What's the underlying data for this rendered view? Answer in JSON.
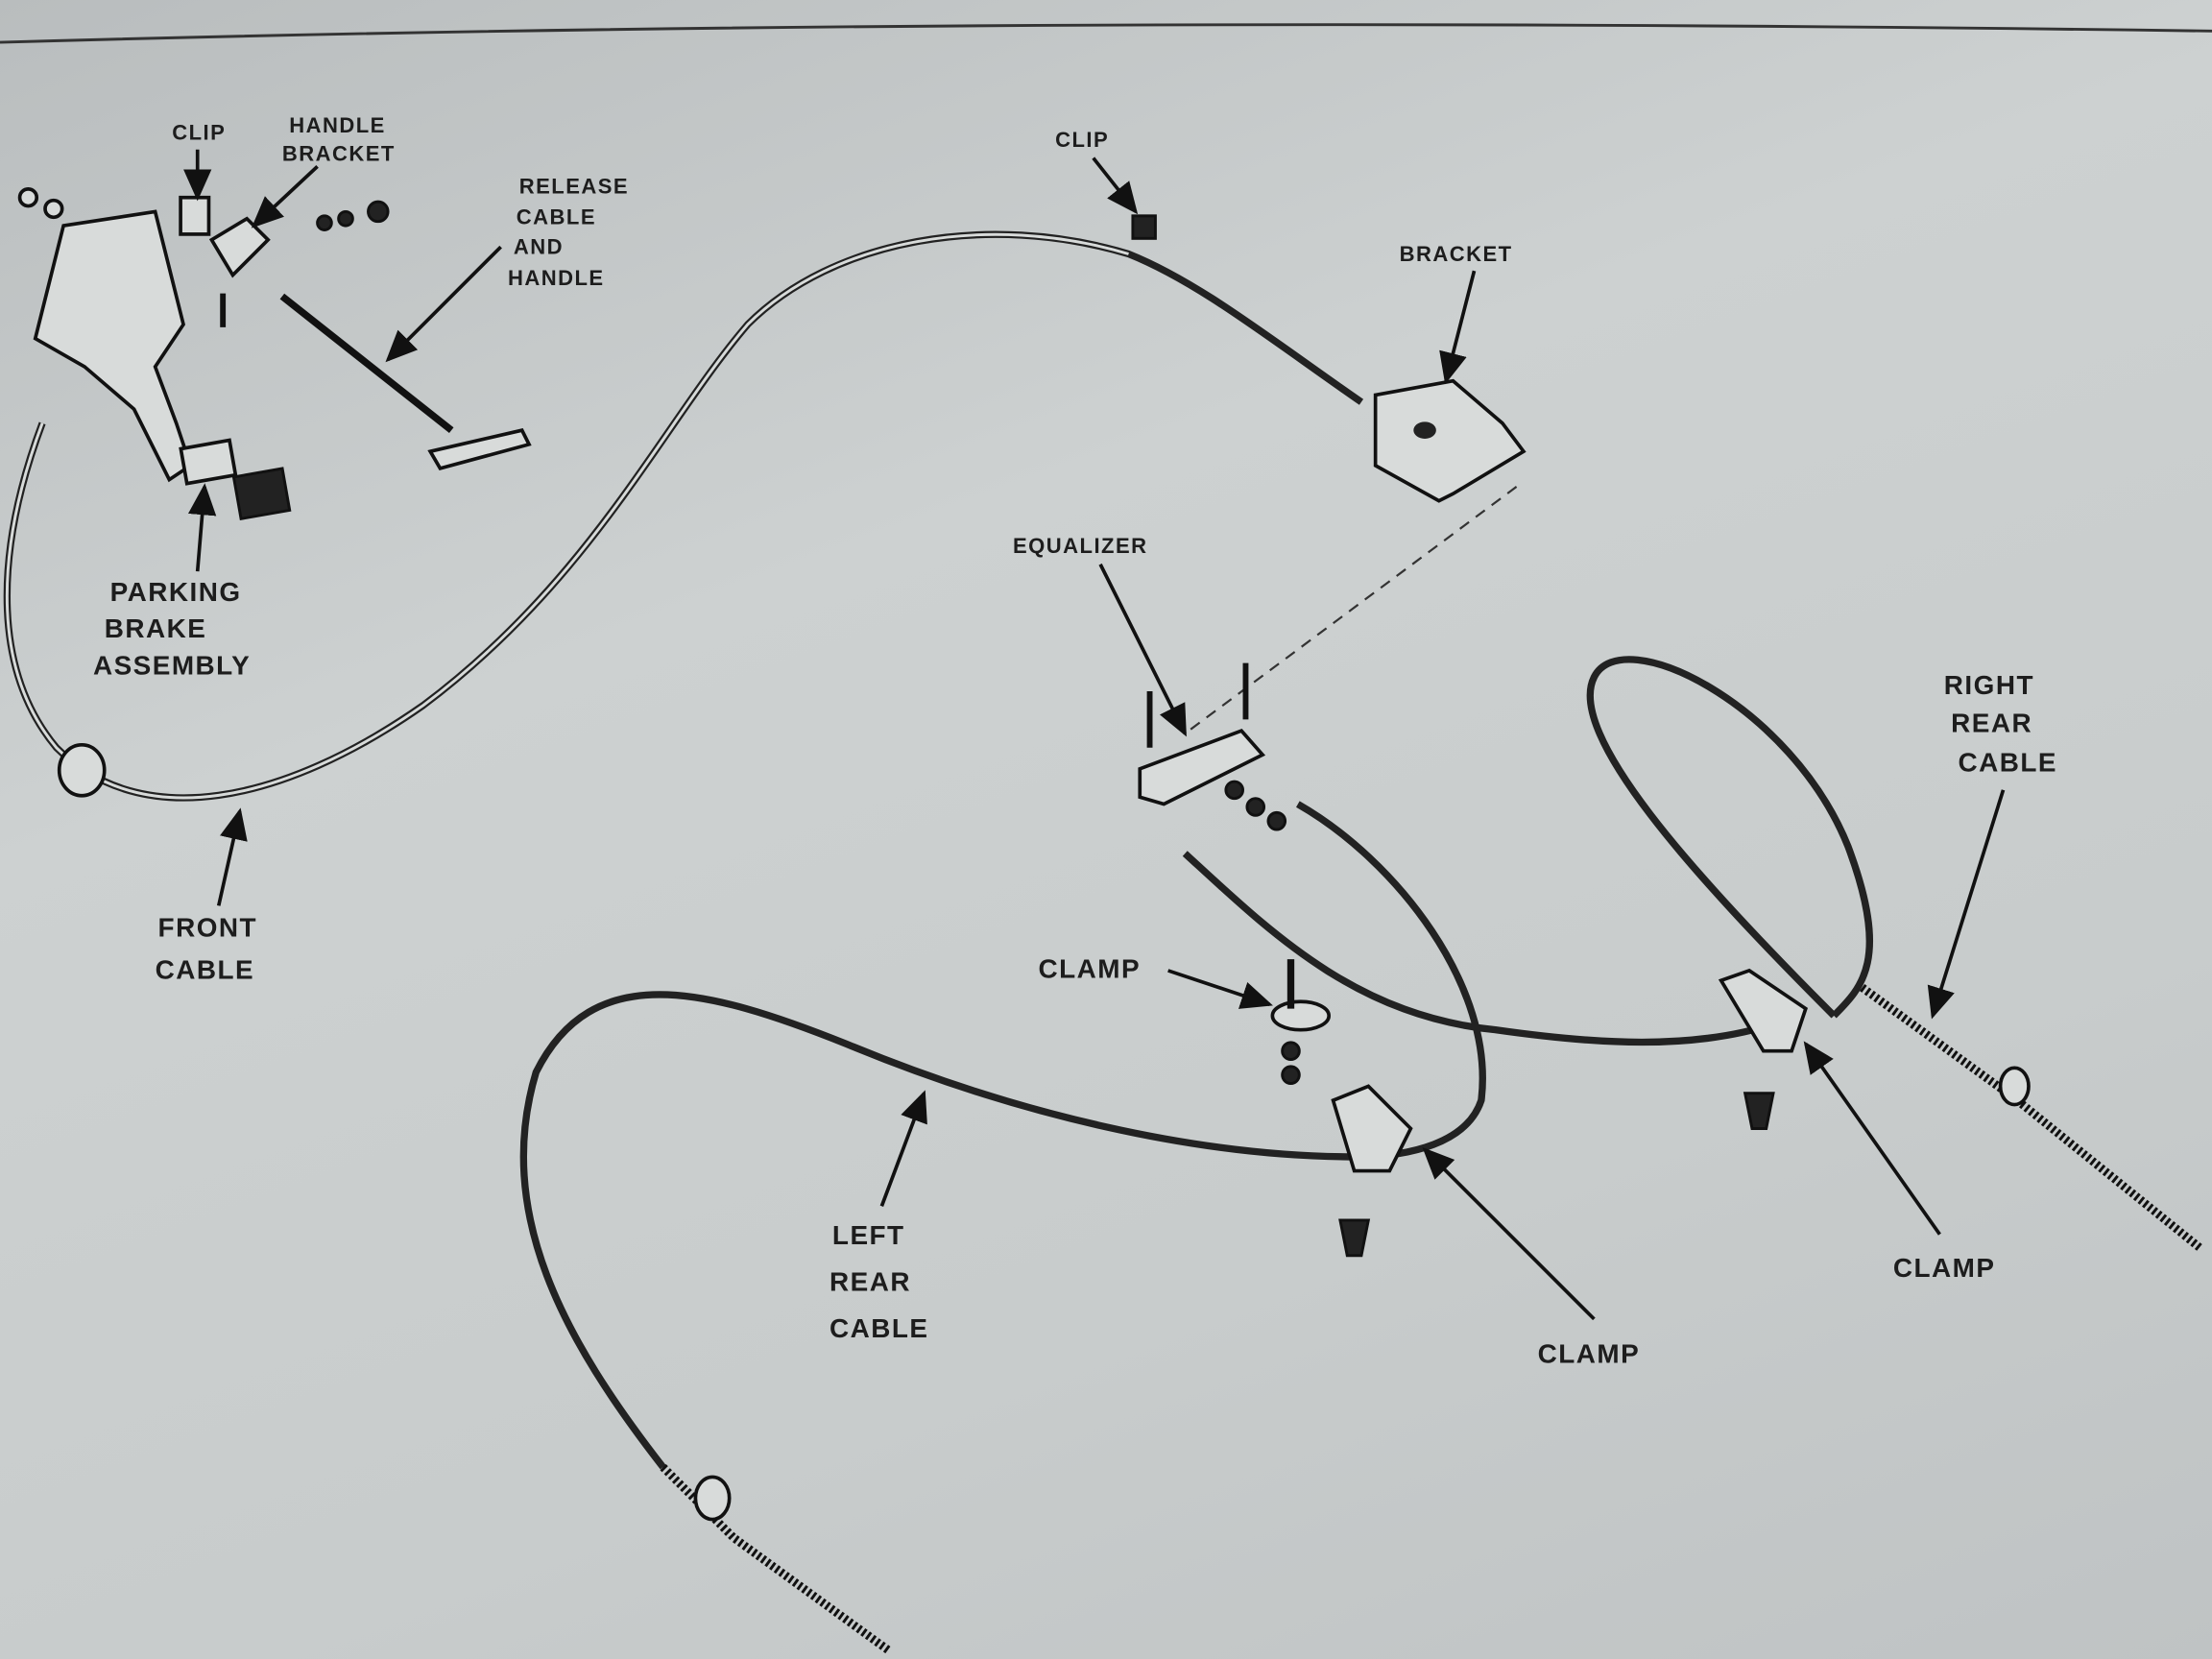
{
  "diagram": {
    "title": "Parking brake cable system exploded view",
    "labels": {
      "clip_top_left": "CLIP",
      "handle_bracket": [
        "HANDLE",
        "BRACKET"
      ],
      "release_cable": [
        "RELEASE",
        "CABLE",
        "AND",
        "HANDLE"
      ],
      "clip_top_center": "CLIP",
      "bracket": "BRACKET",
      "equalizer": "EQUALIZER",
      "parking_brake": [
        "PARKING",
        "BRAKE",
        "ASSEMBLY"
      ],
      "front_cable": [
        "FRONT",
        "CABLE"
      ],
      "right_rear_cable": [
        "RIGHT",
        "REAR",
        "CABLE"
      ],
      "clamp_upper": "CLAMP",
      "left_rear_cable": [
        "LEFT",
        "REAR",
        "CABLE"
      ],
      "clamp_center": "CLAMP",
      "clamp_right": "CLAMP"
    }
  }
}
